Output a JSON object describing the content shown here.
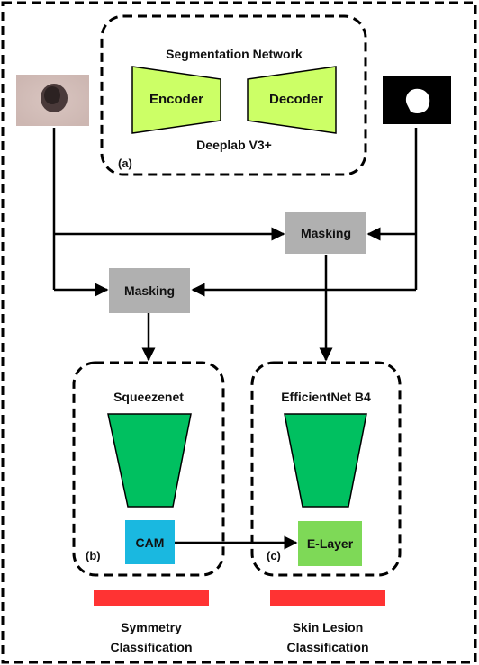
{
  "segmentation": {
    "title": "Segmentation Network",
    "encoder_label": "Encoder",
    "decoder_label": "Decoder",
    "model_label": "Deeplab V3+",
    "panel_tag": "(a)"
  },
  "masking_top_label": "Masking",
  "masking_left_label": "Masking",
  "squeezenet": {
    "title": "Squeezenet",
    "cam_label": "CAM",
    "panel_tag": "(b)"
  },
  "efficientnet": {
    "title": "EfficientNet B4",
    "elayer_label": "E-Layer",
    "panel_tag": "(c)"
  },
  "outputs": {
    "symmetry_line1": "Symmetry",
    "symmetry_line2": "Classification",
    "lesion_line1": "Skin Lesion",
    "lesion_line2": "Classification"
  },
  "colors": {
    "encoder_fill": "#ccff66",
    "network_fill": "#00c060",
    "masking_fill": "#b0b0b0",
    "cam_fill": "#1ab8e0",
    "elayer_fill": "#7ed957",
    "output_bar": "#ff3333"
  }
}
